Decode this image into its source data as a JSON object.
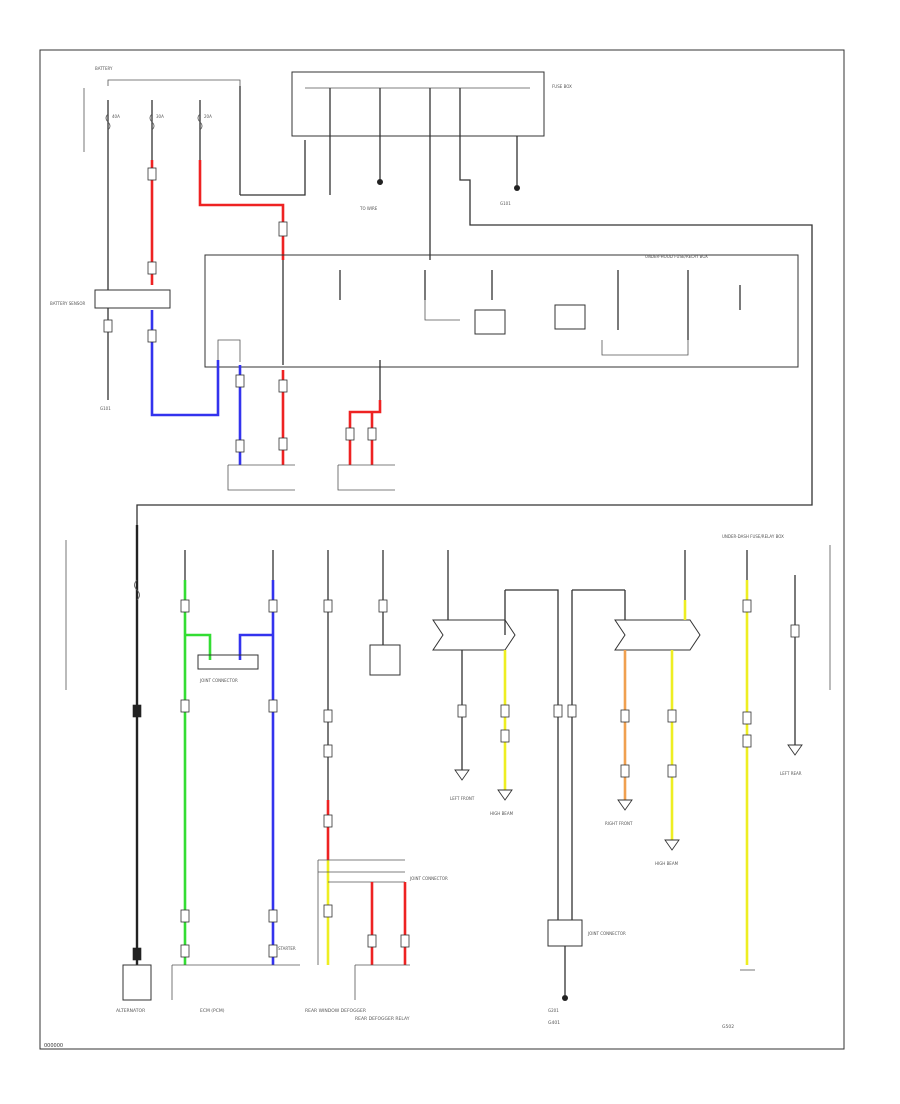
{
  "diagram": {
    "page_number": "000000",
    "colors": {
      "red_wire": "#ee2222",
      "blue_wire": "#3333ee",
      "green_wire": "#33dd33",
      "yellow_wire": "#eeee22",
      "orange_wire": "#f0a050",
      "black_wire": "#222222",
      "outline": "#333333"
    },
    "bottom_labels": {
      "alternator": "ALTERNATOR",
      "ecm": "ECM (PCM)",
      "rear_window_defogger": "REAR WINDOW DEFOGGER",
      "rear_defogger_relay": "REAR DEFOGGER RELAY",
      "ground_g401": "G401",
      "ground_g502": "G502"
    }
  }
}
